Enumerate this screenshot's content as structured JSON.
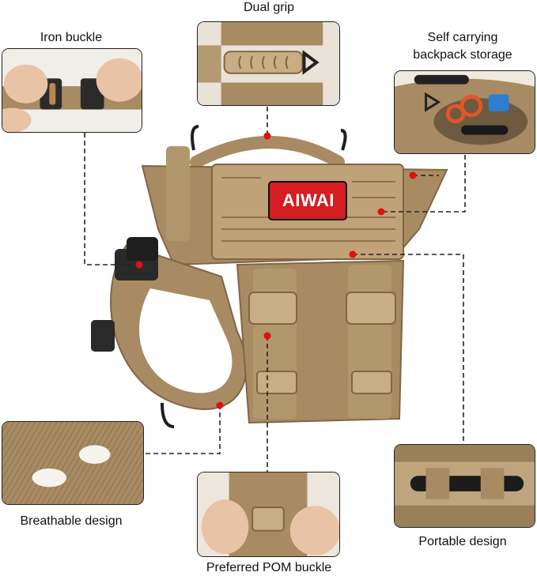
{
  "labels": {
    "dual_grip": "Dual grip",
    "iron_buckle": "Iron buckle",
    "self_carrying_line1": "Self carrying",
    "self_carrying_line2": "backpack storage",
    "breathable": "Breathable design",
    "portable": "Portable design",
    "pom_buckle": "Preferred POM buckle"
  },
  "patch": {
    "text": "AIWAI"
  },
  "colors": {
    "tan": "#a88b62",
    "tan_dark": "#7f6646",
    "tan_light": "#c9ad84",
    "patch_red": "#d41e22",
    "marker": "#e01010",
    "line": "#222222"
  }
}
